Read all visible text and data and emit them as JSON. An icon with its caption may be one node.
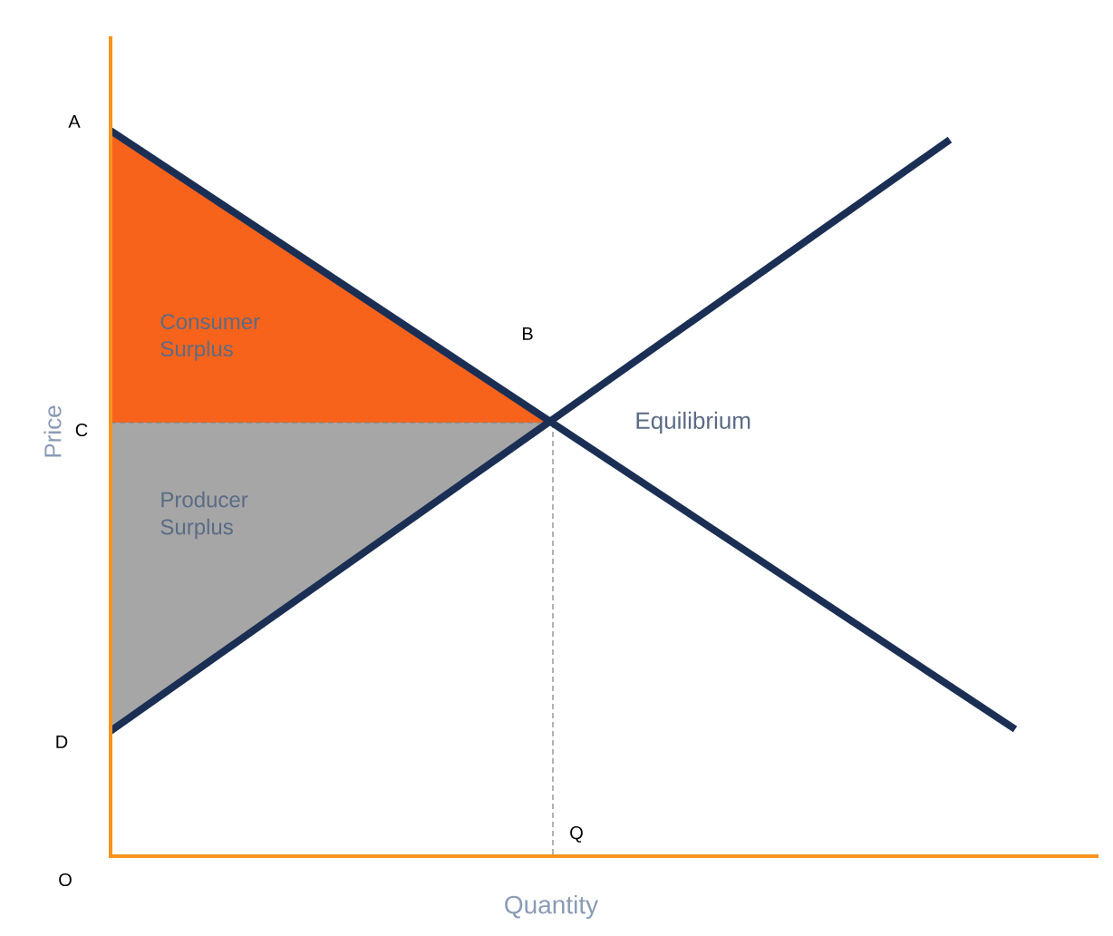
{
  "diagram": {
    "nodes": [
      {
        "text": [
          "Consumer Surplus"
        ]
      },
      {
        "text": [
          "Producer Surplus"
        ]
      }
    ],
    "labels": [
      "A",
      "B",
      "C",
      "Equilibrium",
      "Price",
      "D",
      "Q",
      "O",
      "Quantity"
    ]
  }
}
